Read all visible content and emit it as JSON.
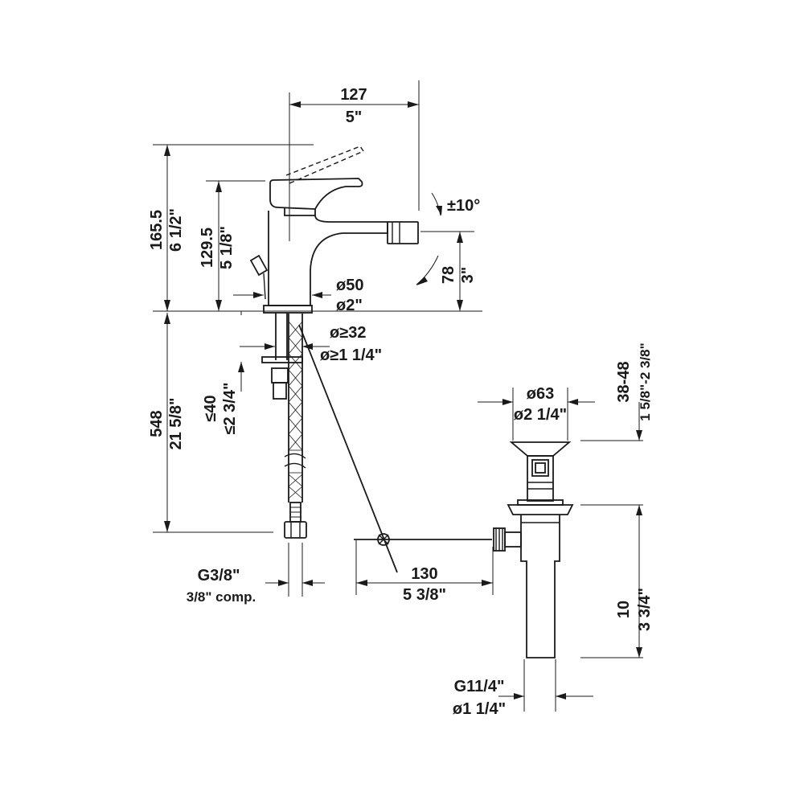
{
  "dimensions": {
    "d127": "127",
    "d5in": "5\"",
    "d165": "165.5",
    "d6_12": "6 1/2\"",
    "d1295": "129.5",
    "d5_18": "5 1/8\"",
    "angle": "±10°",
    "d78": "78",
    "d3in": "3\"",
    "dia50": "ø50",
    "dia2in": "ø2\"",
    "dia32": "ø≥32",
    "dia1_14": "ø≥1 1/4\"",
    "le40": "≤40",
    "le2_34": "≤2 3/4\"",
    "d548": "548",
    "d21_58": "21 5/8\"",
    "dia63": "ø63",
    "dia2_14": "ø2 1/4\"",
    "d3848": "38-48",
    "d1_58_2_38": "1 5/8\"-2 3/8\"",
    "g38": "G3/8\"",
    "comp": "3/8\" comp.",
    "d130": "130",
    "d5_38": "5 3/8\"",
    "d10": "10",
    "d3_34": "3 3/4\"",
    "g114": "G11/4\"",
    "dia1_14b": "ø1 1/4\""
  }
}
